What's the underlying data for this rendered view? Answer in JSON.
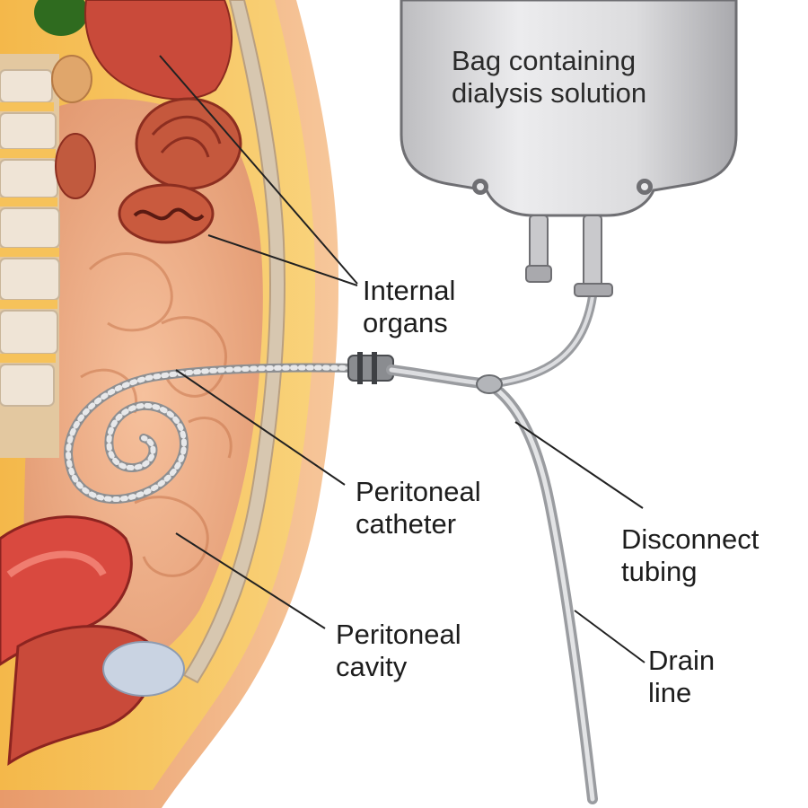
{
  "labels": {
    "bag": [
      "Bag containing",
      "dialysis solution"
    ],
    "internal_organs": [
      "Internal",
      "organs"
    ],
    "peritoneal_catheter": [
      "Peritoneal",
      "catheter"
    ],
    "peritoneal_cavity": [
      "Peritoneal",
      "cavity"
    ],
    "disconnect_tubing": [
      "Disconnect",
      "tubing"
    ],
    "drain_line": [
      "Drain",
      "line"
    ]
  },
  "colors": {
    "skin": "#f2b483",
    "fat": "#f6c255",
    "spine_bone": "#e9dccd",
    "muscle": "#d84a3e",
    "intestine": "#e9a27a",
    "bag": "#d9d9db",
    "tube": "#b9b9bd",
    "leader_line": "#222222"
  }
}
